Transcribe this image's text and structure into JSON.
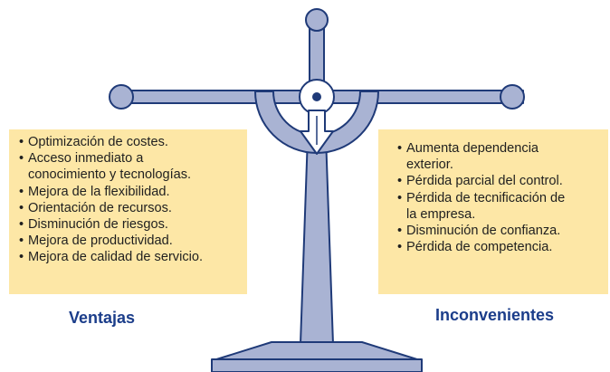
{
  "left_panel": {
    "items": [
      "Optimización de costes.",
      "Acceso inmediato a\nconocimiento y tecnologías.",
      "Mejora de la flexibilidad.",
      "Orientación de recursos.",
      "Disminución de riesgos.",
      "Mejora de productividad.",
      "Mejora de calidad de servicio."
    ],
    "caption": "Ventajas"
  },
  "right_panel": {
    "items": [
      "Aumenta dependencia\nexterior.",
      "Pérdida parcial del control.",
      "Pérdida de tecnificación de\nla empresa.",
      "Disminución de confianza.",
      "Pérdida de competencia."
    ],
    "caption": "Inconvenientes"
  },
  "colors": {
    "scale_fill": "#a9b3d3",
    "scale_stroke": "#1f3a78",
    "panel_fill": "#fde7a6",
    "caption_color": "#1b3d8a",
    "pivot_center": "#1f3a78"
  }
}
